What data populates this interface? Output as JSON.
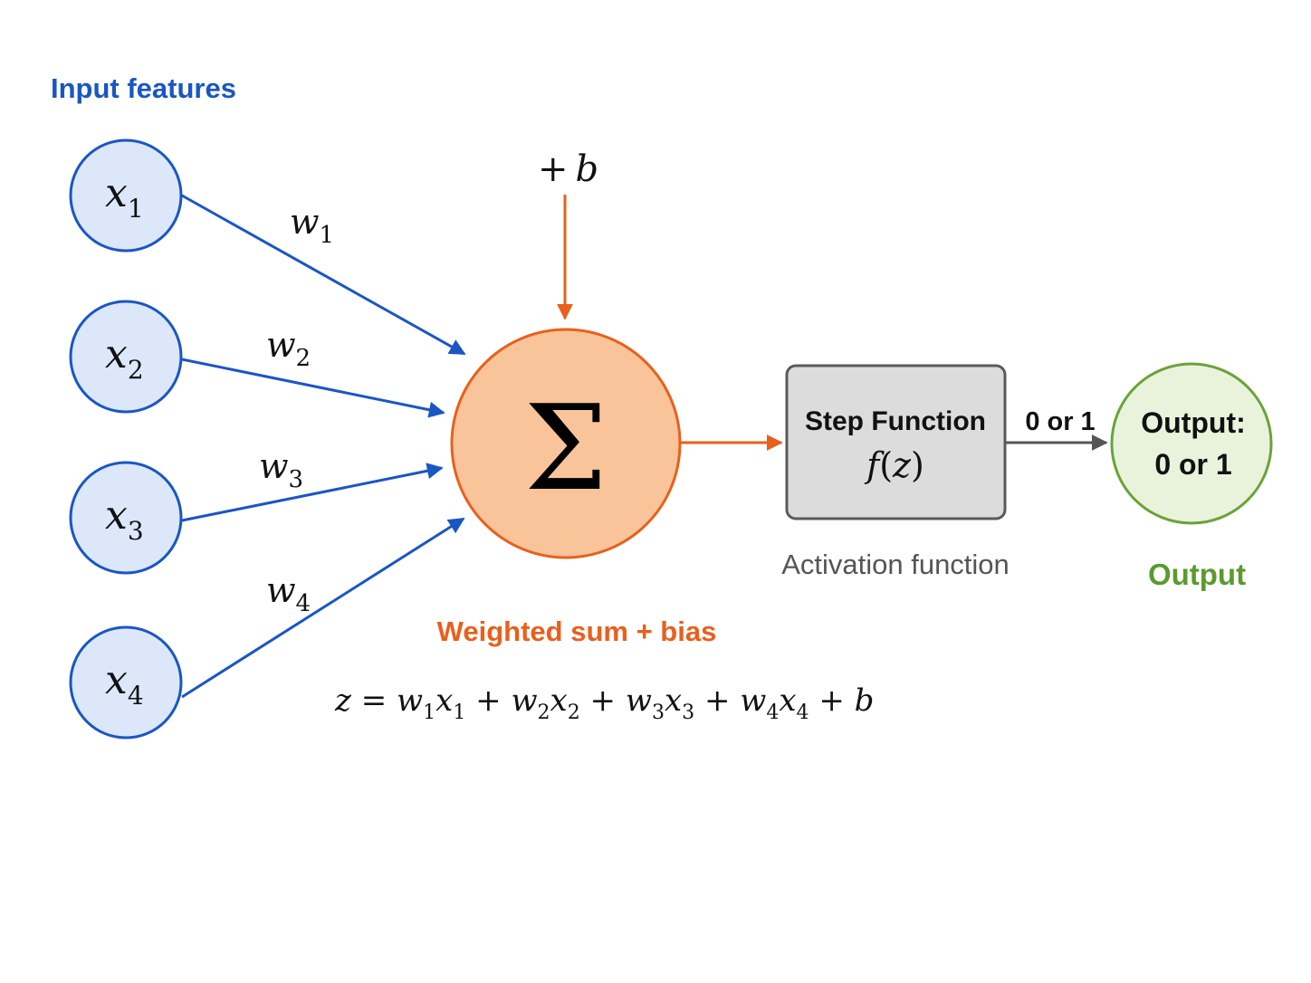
{
  "colors": {
    "input_stroke": "#1a56c4",
    "input_fill": "#dce8fa",
    "input_label": "#1a56c4",
    "sum_stroke": "#e8601c",
    "sum_fill": "#f9c49a",
    "sum_label": "#e8601c",
    "box_stroke": "#5a5a5a",
    "box_fill": "#dcdcdc",
    "box_caption": "#555555",
    "output_stroke": "#6aa33a",
    "output_fill": "#e9f3dc",
    "output_label": "#5b9a2e",
    "arrow_gray": "#555555"
  },
  "input_section": {
    "title": "Input features",
    "nodes": [
      {
        "var": "x",
        "sub": "1"
      },
      {
        "var": "x",
        "sub": "2"
      },
      {
        "var": "x",
        "sub": "3"
      },
      {
        "var": "x",
        "sub": "4"
      }
    ],
    "weights": [
      {
        "var": "w",
        "sub": "1"
      },
      {
        "var": "w",
        "sub": "2"
      },
      {
        "var": "w",
        "sub": "3"
      },
      {
        "var": "w",
        "sub": "4"
      }
    ]
  },
  "bias": {
    "plus": "+",
    "var": "b"
  },
  "summation": {
    "symbol": "Σ",
    "caption": "Weighted sum + bias",
    "formula": [
      {
        "t": "z",
        "type": "var"
      },
      {
        "t": " = ",
        "type": "op"
      },
      {
        "t": "w",
        "type": "var"
      },
      {
        "t": "1",
        "type": "sub"
      },
      {
        "t": "x",
        "type": "var"
      },
      {
        "t": "1",
        "type": "sub"
      },
      {
        "t": " + ",
        "type": "op"
      },
      {
        "t": "w",
        "type": "var"
      },
      {
        "t": "2",
        "type": "sub"
      },
      {
        "t": "x",
        "type": "var"
      },
      {
        "t": "2",
        "type": "sub"
      },
      {
        "t": " + ",
        "type": "op"
      },
      {
        "t": "w",
        "type": "var"
      },
      {
        "t": "3",
        "type": "sub"
      },
      {
        "t": "x",
        "type": "var"
      },
      {
        "t": "3",
        "type": "sub"
      },
      {
        "t": " + ",
        "type": "op"
      },
      {
        "t": "w",
        "type": "var"
      },
      {
        "t": "4",
        "type": "sub"
      },
      {
        "t": "x",
        "type": "var"
      },
      {
        "t": "4",
        "type": "sub"
      },
      {
        "t": " + ",
        "type": "op"
      },
      {
        "t": "b",
        "type": "var"
      }
    ]
  },
  "activation": {
    "title": "Step Function",
    "func": "f",
    "open": "(",
    "arg": "z",
    "close": ")",
    "caption": "Activation function",
    "arrow_label": "0 or 1"
  },
  "output": {
    "line1": "Output:",
    "line2": "0 or 1",
    "caption": "Output"
  }
}
